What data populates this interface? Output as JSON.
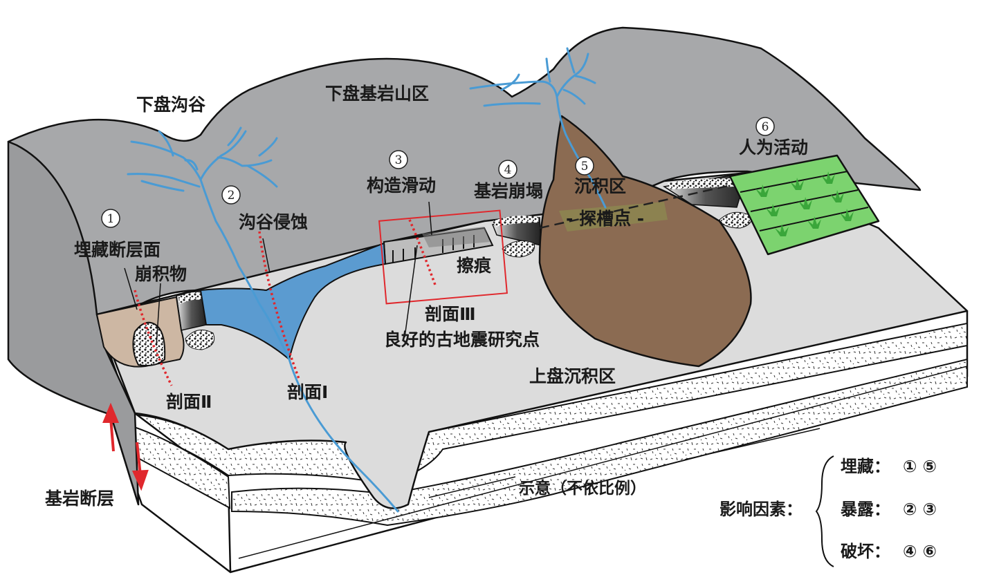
{
  "labels": {
    "footwall_valley": "下盘沟谷",
    "footwall_mountain": "下盘基岩山区",
    "buried_fault_plane": "埋藏断层面",
    "colluvium": "崩积物",
    "gully_erosion": "沟谷侵蚀",
    "tectonic_sliding": "构造滑动",
    "slickenside": "擦痕",
    "bedrock_collapse": "基岩崩塌",
    "deposition_zone": "沉积区",
    "trench_site": "- 探槽点 -",
    "human_activity": "人为活动",
    "section_2": "剖面Ⅱ",
    "section_1": "剖面Ⅰ",
    "section_3": "剖面Ⅲ",
    "good_site": "良好的古地震研究点",
    "hanging_wall": "上盘沉积区",
    "bedrock_fault": "基岩断层",
    "not_to_scale": "示意（不依比例）"
  },
  "markers": [
    "1",
    "2",
    "3",
    "4",
    "5",
    "6"
  ],
  "legend": {
    "title": "影响因素：",
    "items": [
      {
        "label": "埋藏：",
        "value": "① ⑤"
      },
      {
        "label": "暴露：",
        "value": "② ③"
      },
      {
        "label": "破坏：",
        "value": "④ ⑥"
      }
    ]
  },
  "colors": {
    "mountain": "#a7a8aa",
    "plain": "#dcdcdc",
    "river": "#4a9bd4",
    "water": "#5b9bd0",
    "fan": "#8b6b52",
    "field": "#7cd36f",
    "fault": "#e0282d",
    "colluvium_zone": "#cdb7a3"
  }
}
